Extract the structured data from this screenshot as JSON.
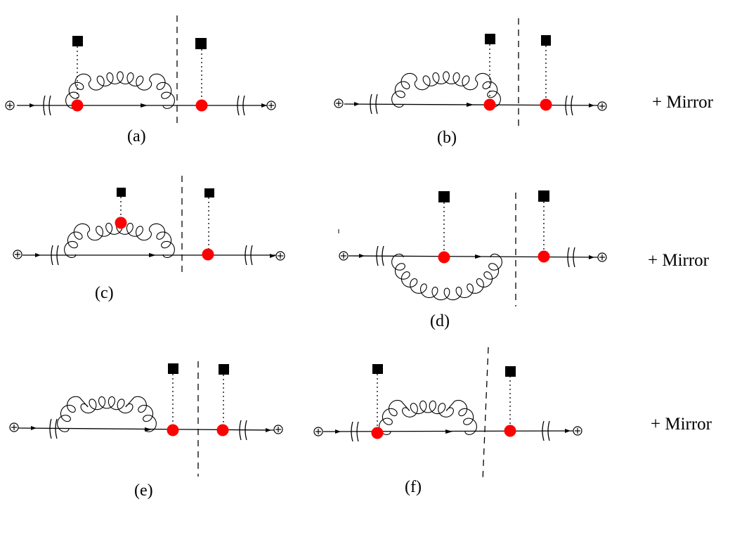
{
  "diagrams": [
    {
      "id": "a",
      "label": "(a)"
    },
    {
      "id": "b",
      "label": "(b)"
    },
    {
      "id": "c",
      "label": "(c)"
    },
    {
      "id": "d",
      "label": "(d)"
    },
    {
      "id": "e",
      "label": "(e)"
    },
    {
      "id": "f",
      "label": "(f)"
    }
  ],
  "mirror_labels": [
    "+ Mirror",
    "+ Mirror",
    "+ Mirror"
  ],
  "colors": {
    "line": "#000000",
    "vertex": "#ff0000",
    "source": "#000000"
  }
}
